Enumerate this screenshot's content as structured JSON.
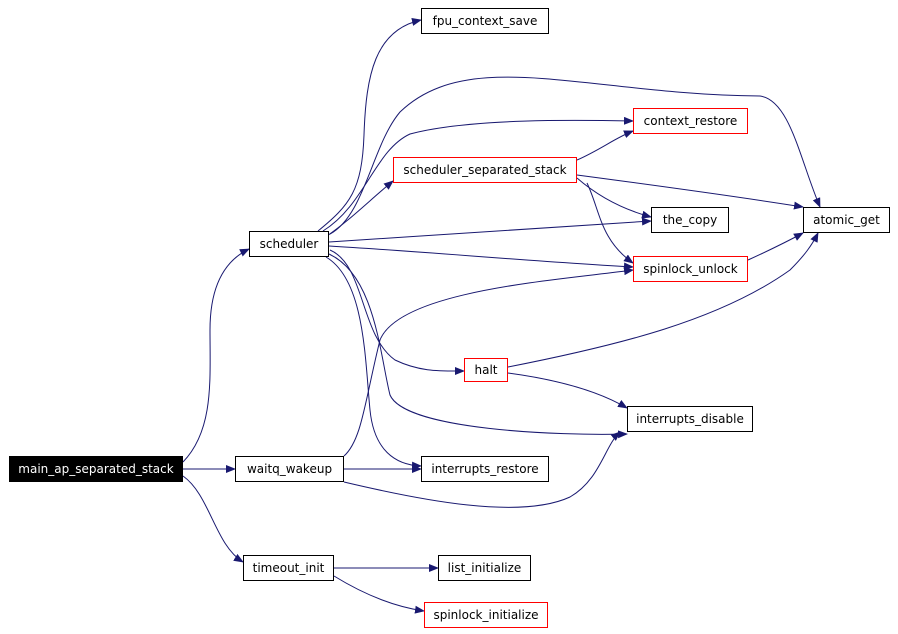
{
  "colors": {
    "edge": "#191970",
    "node_border": "#000000",
    "link_node_border": "#ff0000",
    "root_fill": "#000000",
    "root_text": "#ffffff"
  },
  "nodes": {
    "main_ap_separated_stack": "main_ap_separated_stack",
    "scheduler": "scheduler",
    "waitq_wakeup": "waitq_wakeup",
    "timeout_init": "timeout_init",
    "fpu_context_save": "fpu_context_save",
    "context_restore": "context_restore",
    "scheduler_separated_stack": "scheduler_separated_stack",
    "the_copy": "the_copy",
    "spinlock_unlock": "spinlock_unlock",
    "atomic_get": "atomic_get",
    "halt": "halt",
    "interrupts_disable": "interrupts_disable",
    "interrupts_restore": "interrupts_restore",
    "list_initialize": "list_initialize",
    "spinlock_initialize": "spinlock_initialize"
  },
  "node_style": {
    "main_ap_separated_stack": "root",
    "scheduler": "normal",
    "waitq_wakeup": "normal",
    "timeout_init": "normal",
    "fpu_context_save": "normal",
    "context_restore": "red",
    "scheduler_separated_stack": "red",
    "the_copy": "normal",
    "spinlock_unlock": "red",
    "atomic_get": "normal",
    "halt": "red",
    "interrupts_disable": "normal",
    "interrupts_restore": "normal",
    "list_initialize": "normal",
    "spinlock_initialize": "red"
  },
  "edges": [
    {
      "from": "main_ap_separated_stack",
      "to": "scheduler"
    },
    {
      "from": "main_ap_separated_stack",
      "to": "waitq_wakeup"
    },
    {
      "from": "main_ap_separated_stack",
      "to": "timeout_init"
    },
    {
      "from": "scheduler",
      "to": "fpu_context_save"
    },
    {
      "from": "scheduler",
      "to": "context_restore"
    },
    {
      "from": "scheduler",
      "to": "scheduler_separated_stack"
    },
    {
      "from": "scheduler",
      "to": "atomic_get"
    },
    {
      "from": "scheduler",
      "to": "the_copy"
    },
    {
      "from": "scheduler",
      "to": "spinlock_unlock"
    },
    {
      "from": "scheduler",
      "to": "halt"
    },
    {
      "from": "scheduler",
      "to": "interrupts_disable"
    },
    {
      "from": "scheduler",
      "to": "interrupts_restore"
    },
    {
      "from": "scheduler_separated_stack",
      "to": "context_restore"
    },
    {
      "from": "scheduler_separated_stack",
      "to": "atomic_get"
    },
    {
      "from": "scheduler_separated_stack",
      "to": "the_copy"
    },
    {
      "from": "scheduler_separated_stack",
      "to": "spinlock_unlock"
    },
    {
      "from": "spinlock_unlock",
      "to": "atomic_get"
    },
    {
      "from": "halt",
      "to": "atomic_get"
    },
    {
      "from": "halt",
      "to": "interrupts_disable"
    },
    {
      "from": "waitq_wakeup",
      "to": "spinlock_unlock"
    },
    {
      "from": "waitq_wakeup",
      "to": "interrupts_restore"
    },
    {
      "from": "waitq_wakeup",
      "to": "interrupts_disable"
    },
    {
      "from": "timeout_init",
      "to": "list_initialize"
    },
    {
      "from": "timeout_init",
      "to": "spinlock_initialize"
    }
  ]
}
